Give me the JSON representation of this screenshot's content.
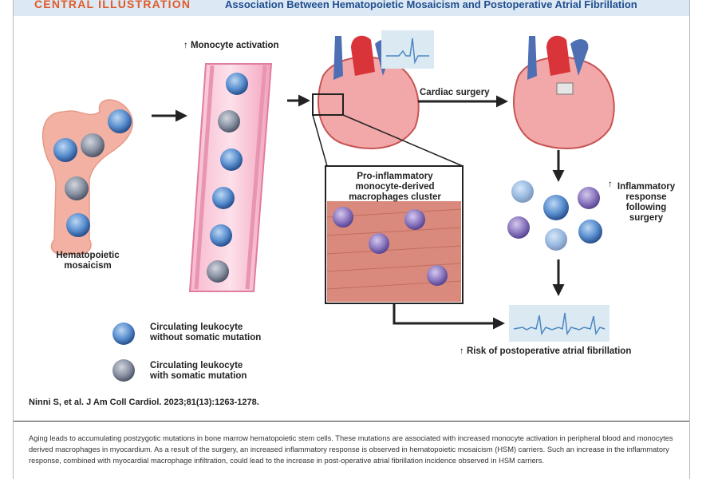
{
  "header": {
    "label": "CENTRAL ILLUSTRATION",
    "title": "Association Between Hematopoietic Mosaicism and Postoperative Atrial Fibrillation"
  },
  "diagram": {
    "monocyte_activation": "Monocyte activation",
    "hematopoietic_mosaicism": "Hematopoietic\nmosaicism",
    "cardiac_surgery": "Cardiac surgery",
    "macrophage_cluster": "Pro-inflammatory\nmonocyte-derived\nmacrophages cluster",
    "inflammatory_response": "Inflammatory\nresponse\nfollowing\nsurgery",
    "risk_label": "Risk of postoperative atrial fibrillation",
    "up_arrow": "↑"
  },
  "legend": {
    "without_mutation": "Circulating leukocyte\nwithout somatic mutation",
    "with_mutation": "Circulating leukocyte\nwith somatic mutation"
  },
  "citation": "Ninni S, et al. J Am Coll Cardiol. 2023;81(13):1263-1278.",
  "caption": "Aging leads to accumulating postzygotic mutations in bone marrow hematopoietic stem cells. These mutations are associated with increased monocyte activation in peripheral blood and monocytes derived macrophages in myocardium. As a result of the surgery, an increased inflammatory response is observed in hematopoietic mosaicism (HSM) carriers. Such an increase in the inflammatory response, combined with myocardial macrophage infiltration, could lead to the increase in post-operative atrial fibrillation incidence observed in HSM carriers.",
  "colors": {
    "header_bg": "#dce8f4",
    "header_label": "#e05a28",
    "header_title": "#1f4e8f",
    "bone": "#f2b1a3",
    "vessel": "#f4a9c0",
    "heart_red": "#d9343a",
    "heart_pink": "#f2a8a8",
    "ecg_bg": "#dbe9f3",
    "cell_blue": "#5a8fcf",
    "macrophage": "#8d79c0"
  }
}
